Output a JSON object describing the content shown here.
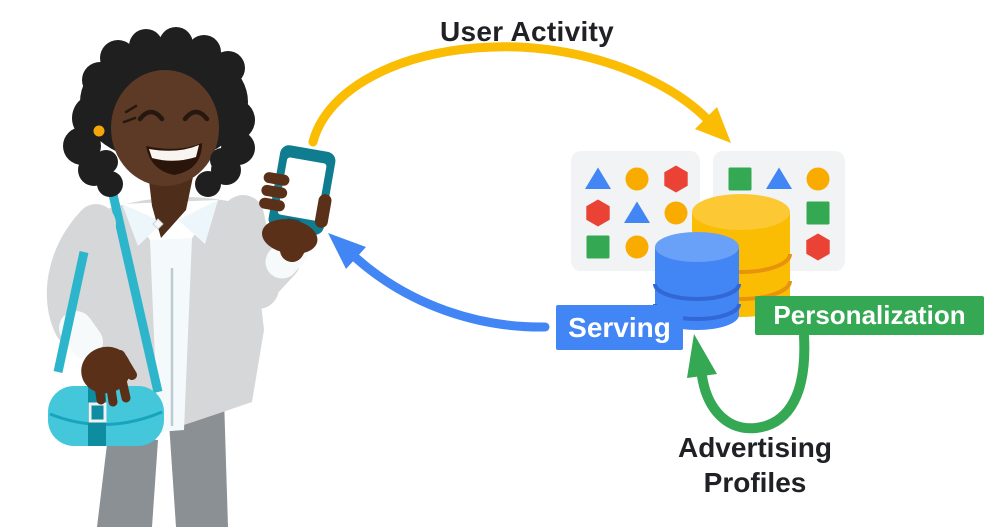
{
  "scene": {
    "background": "#FFFFFF"
  },
  "labels": {
    "user_activity": "User Activity",
    "serving": "Serving",
    "personalization": "Personalization",
    "advertising_profiles": [
      "Advertising",
      "Profiles"
    ]
  },
  "labels_style": {
    "serving_bg": "#4285F4",
    "personalization_bg": "#34A853",
    "text_color": "#202124",
    "label_text_color": "#FFFFFF"
  },
  "flows": [
    {
      "id": "user-activity",
      "from": "user-phone",
      "to": "data-panels",
      "label": "User Activity",
      "color": "#FBBC04"
    },
    {
      "id": "serving",
      "from": "serving-database",
      "to": "user-phone",
      "label": "Serving",
      "color": "#4285F4"
    },
    {
      "id": "advertising-profiles",
      "from": "personalization",
      "to": "serving",
      "label": "Advertising Profiles",
      "color": "#34A853"
    }
  ],
  "data_panels": {
    "panel_bg": "#F1F3F4",
    "shape_colors": {
      "circle": "#F9AB00",
      "triangle": "#4285F4",
      "hexagon": "#EA4335",
      "square": "#34A853"
    },
    "left_grid": [
      [
        "triangle",
        "circle",
        "hexagon"
      ],
      [
        "hexagon",
        "triangle",
        "circle"
      ],
      [
        "square",
        "circle",
        null
      ]
    ],
    "right_grid": [
      [
        "square",
        "triangle",
        "circle"
      ],
      [
        null,
        null,
        "square"
      ],
      [
        null,
        null,
        "hexagon"
      ]
    ]
  },
  "databases": [
    {
      "name": "serving-database",
      "color": "#4285F4"
    },
    {
      "name": "personalization-database",
      "color": "#FBBC04"
    }
  ]
}
